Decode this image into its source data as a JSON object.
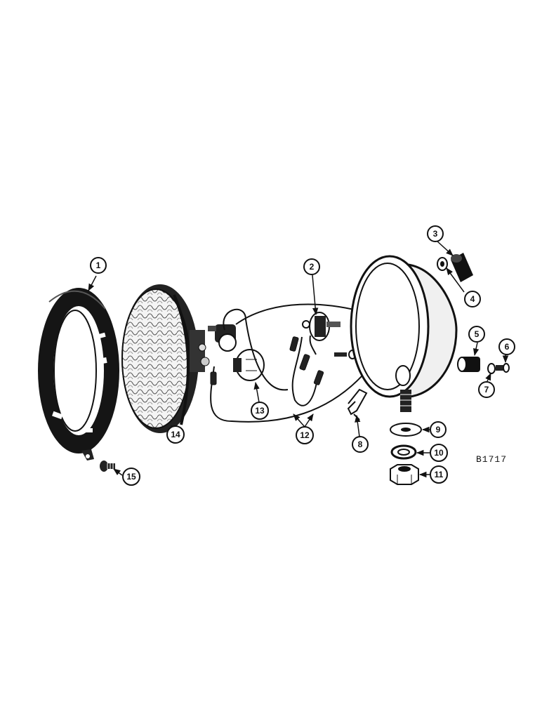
{
  "figure_code": "B1717",
  "callouts": {
    "c1": "1",
    "c2": "2",
    "c3": "3",
    "c4": "4",
    "c5": "5",
    "c6": "6",
    "c7": "7",
    "c8": "8",
    "c9": "9",
    "c10": "10",
    "c11": "11",
    "c12": "12",
    "c13": "13",
    "c14": "14",
    "c15": "15"
  },
  "colors": {
    "ink": "#111111",
    "paper": "#ffffff"
  }
}
